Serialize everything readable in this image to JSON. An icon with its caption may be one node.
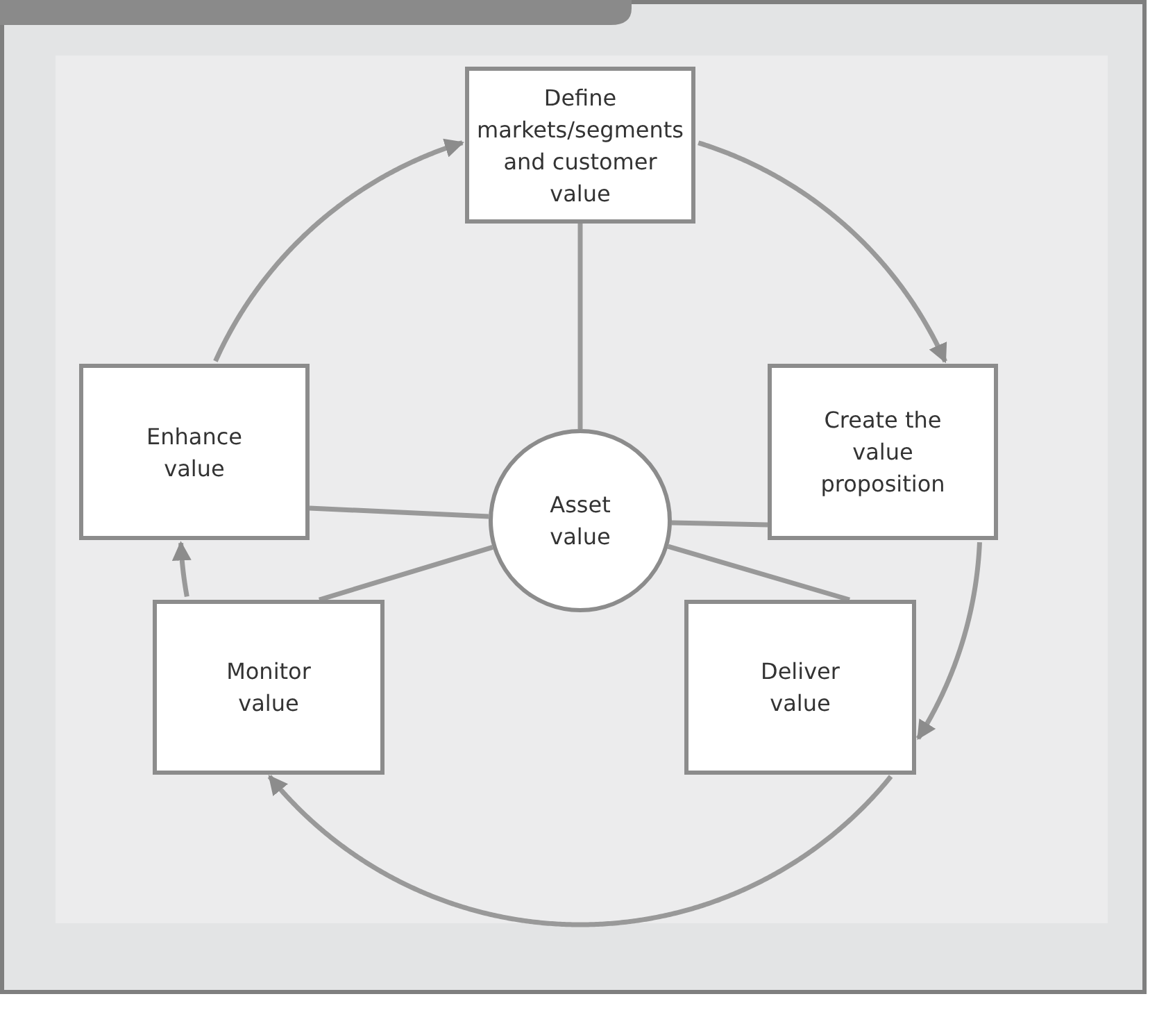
{
  "diagram": {
    "nodes": [
      {
        "text": [
          "Define markets/segments and customer value"
        ]
      },
      {
        "text": [
          "Create the value proposition"
        ]
      },
      {
        "text": [
          "Deliver value"
        ]
      },
      {
        "text": [
          "Monitor value"
        ]
      },
      {
        "text": [
          "Enhance value"
        ]
      },
      {
        "text": [
          "Asset value"
        ]
      }
    ],
    "edges": [
      {
        "from": 0,
        "to": 1,
        "arrow": "to"
      },
      {
        "from": 1,
        "to": 2,
        "arrow": "to"
      },
      {
        "from": 2,
        "to": 3,
        "arrow": "to"
      },
      {
        "from": 3,
        "to": 4,
        "arrow": "to"
      },
      {
        "from": 4,
        "to": 0,
        "arrow": "to"
      },
      {
        "from": 5,
        "to": 0,
        "arrow": "none"
      },
      {
        "from": 5,
        "to": 1,
        "arrow": "none"
      },
      {
        "from": 5,
        "to": 2,
        "arrow": "none"
      },
      {
        "from": 5,
        "to": 3,
        "arrow": "none"
      },
      {
        "from": 5,
        "to": 4,
        "arrow": "none"
      }
    ]
  }
}
